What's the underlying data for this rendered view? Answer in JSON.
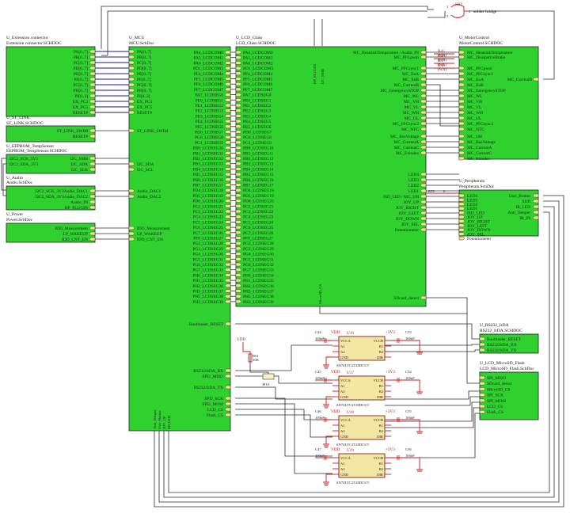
{
  "sheets": {
    "ext": {
      "designator": "U_Extension connector",
      "file": "Extension connector.SCHDOC",
      "ports": [
        "PA[0..7]",
        "PB[0..7]",
        "PC[0..7]",
        "PD[0..7]",
        "PE[0..7]",
        "PF[0..7]",
        "PG[0..7]",
        "PH[0..7]",
        "PI[0..3]",
        "EX_PC3",
        "EX_PC5",
        "RESET#"
      ]
    },
    "stlink": {
      "designator": "U_ST_LINK",
      "file": "ST_LINK.SCHDOC",
      "ports": [
        "ST_LINK_SWIM",
        "RESET#"
      ]
    },
    "eeprom": {
      "designator": "U_EEPROM_TempSensor",
      "file": "EEPROM_TempSensor.SCHDOC",
      "ports": [
        "I2C_SMB",
        "I2C_SDA",
        "I2C_SLK"
      ],
      "left": [
        "I2C2_SCK_3V3",
        "I2C2_SDA_3V3"
      ]
    },
    "audio": {
      "designator": "U_Audio",
      "file": "Audio.SchDoc",
      "ports": [
        "I2C2_SCK_3V3Audio_DAC1",
        "I2C2_SDA_3V3Audio_DAC2",
        "Audio_IN",
        "HP_PLUGIN"
      ]
    },
    "power": {
      "designator": "U_Power",
      "file": "Power.SchDoc",
      "ports": [
        "IDD_Measurement",
        "LP_WAKEUP",
        "IDD_CNT_EN"
      ]
    },
    "mcu": {
      "designator": "U_MCU",
      "file": "MCU.SchDoc",
      "left_ports": [
        "PA[0..7]",
        "PB[0..7]",
        "PC[0..7]",
        "PD[0..7]",
        "PE[0..7]",
        "PF[0..7]",
        "PG[0..7]",
        "PH[0..7]",
        "PI[0..3]",
        "EX_PC3",
        "EX_PC5",
        "RESET#",
        "ST_LINK_SWIM",
        "I2C_SDA",
        "I2C_SCL",
        "Audio_DAC1",
        "Audio_DAC2",
        "IDD_Measurement",
        "LP_WAKEUP",
        "IDD_CNT_EN"
      ],
      "right_ports": [
        "PA4_LCDCOM0",
        "PA5_LCDCOM1",
        "PA6_LCDCOM2",
        "PD1_LCDCOM3",
        "PF4_LCDCOM4",
        "PF5_LCDCOM5",
        "PF6_LCDCOM6",
        "PF7_LCDCOM7",
        "PA7_LCDSEG0",
        "PE0_LCDSEG1",
        "PE1_LCDSEG2",
        "PE2_LCDSEG3",
        "PE3_LCDSEG4",
        "PE4_LCDSEG5",
        "PE5_LCDSEG6",
        "PD0_LCDSEG7",
        "PG0_LCDSEG8",
        "PG1_LCDSEG9",
        "PB0_LCDSEG10",
        "PB1_LCDSEG11",
        "PB2_LCDSEG12",
        "PB3_LCDSEG13",
        "PB4_LCDSEG14",
        "PB5_LCDSEG15",
        "PB6_LCDSEG16",
        "PB7_LCDSEG17",
        "PD4_LCDSEG18",
        "PD5_LCDSEG19",
        "PD6_LCDSEG20",
        "PC2_LCDSEG21",
        "PC3_LCDSEG22",
        "PC4_LCDSEG23",
        "PC5_LCDSEG24",
        "PC6_LCDSEG25",
        "PC7_LCDSEG26",
        "PF0_LCDSEG27",
        "PG2_LCDSEG28",
        "PG3_LCDSEG29",
        "PG4_LCDSEG30",
        "PG5_LCDSEG31",
        "PG6_LCDSEG32",
        "PG7_LCDSEG33",
        "PH0_LCDSEG34",
        "PH1_LCDSEG35",
        "PH2_LCDSEG36",
        "PH3_LCDSEG37",
        "PH5_LCDSEG38",
        "PH3_LCDSEG39"
      ],
      "bottom_right_ports": [
        "Bootloader_RESET",
        "RS232/IrDA_RX",
        "SPI2_MISO",
        "RS232/IrDA_TX",
        "SPI2_SCK",
        "SPI2_MOSI",
        "LCD_CS",
        "Flash_CS"
      ],
      "bottom_ports": [
        "Anti_Temper",
        "User_Button",
        "JOY_UP",
        "SD_LED"
      ]
    },
    "lcd": {
      "designator": "U_LCD_Glass",
      "file": "LCD_Glass.SCHDOC",
      "left_ports": [
        "PA4_LCDCOM0",
        "PA5_LCDCOM1",
        "PA6_LCDCOM2",
        "PD1_LCDCOM3",
        "PF4_LCDCOM4",
        "PF5_LCDCOM5",
        "PF6_LCDCOM6",
        "PF7_LCDCOM7",
        "PA7_LCDSEG0",
        "PE0_LCDSEG1",
        "PE1_LCDSEG2",
        "PE2_LCDSEG3",
        "PE3_LCDSEG4",
        "PE4_LCDSEG5",
        "PE5_LCDSEG6",
        "PD0_LCDSEG7",
        "PG0_LCDSEG8",
        "PG1_LCDSEG9",
        "PB0_LCDSEG10",
        "PB1_LCDSEG11",
        "PB2_LCDSEG12",
        "PB3_LCDSEG13",
        "PB4_LCDSEG14",
        "PB5_LCDSEG15",
        "PB6_LCDSEG16",
        "PB7_LCDSEG17",
        "PD4_LCDSEG18",
        "PD5_LCDSEG19",
        "PD6_LCDSEG20",
        "PC2_LCDSEG21",
        "PC3_LCDSEG22",
        "PC4_LCDSEG23",
        "PC5_LCDSEG24",
        "PC6_LCDSEG25",
        "PC7_LCDSEG26",
        "PF0_LCDSEG27",
        "PG2_LCDSEG28",
        "PG3_LCDSEG29",
        "PG4_LCDSEG30",
        "PG5_LCDSEG31",
        "PG6_LCDSEG32",
        "PG7_LCDSEG33",
        "PH0_LCDSEG34",
        "PH1_LCDSEG35",
        "PH2_LCDSEG36",
        "PH3_LCDSEG37",
        "PH5_LCDSEG38",
        "PH3_LCDSEG39"
      ],
      "top_ports": [
        "HP_PLUGIN",
        "I2C_SMB"
      ],
      "bottom_ports": [
        "MicroSD_CS"
      ],
      "right_ports": [
        "MC_HeatsinkTemperature / Audio_IN",
        "MC_PFCpwm",
        "MC_PFCsync1",
        "MC_EnA",
        "MC_EnB",
        "MC_CurrentB",
        "MC_EmergencySTOP",
        "MC_WL",
        "MC_VH",
        "MC_VL",
        "MC_WH",
        "MC_UL",
        "MC_PFCsync2",
        "MC_NTC",
        "MC_BusVoltage",
        "MC_CurrentA",
        "MC_CurrentC",
        "MC_Enindex",
        "LED4",
        "LED3",
        "LED2",
        "LED1",
        "ISD_LED / MC_UH",
        "JOY_UP",
        "JOY_RIGHT",
        "JOY_LEFT",
        "JOY_DOWN",
        "JOY_SEL",
        "Potentiometer",
        "SDcard_detect"
      ]
    },
    "motor": {
      "designator": "U_MotorControl",
      "file": "MotorControl.SCHDOC",
      "ports": [
        "MC_HeatsinkTemperature",
        "MC_DissipativeBrake",
        "MC_PFCpwm",
        "MC_PFCsync1",
        "MC_EnA",
        "MC_EnB",
        "MC_EmergencySTOP",
        "MC_WL",
        "MC_VH",
        "MC_VL",
        "MC_WH",
        "MC_UL",
        "MC_PFCsync2",
        "MC_NTC",
        "MC_UH",
        "MC_BusVoltage",
        "MC_CurrentA",
        "MC_CurrentC",
        "MC_Enindex"
      ],
      "right_port": "MC_CurrentB"
    },
    "periph": {
      "designator": "U_Peripherals",
      "file": "Peripherals.SchDoc",
      "left": [
        "LED4",
        "LED3",
        "LED2",
        "LED1",
        "ISD_LED",
        "JOY_UP",
        "JOY_RIGHT",
        "JOY_LEFT",
        "JOY_DOWN",
        "JOY_SEL",
        "Potentiometer"
      ],
      "right": [
        "User_Button",
        "SDB",
        "IR_LED",
        "Anti_Temper",
        "IR_IN"
      ]
    },
    "rs232": {
      "designator": "U_RS232_IrDA",
      "file": "RS232_IrDA.SCHDOC",
      "ports": [
        "Bootloader_RESET",
        "RS232/IrDA_RX",
        "RS232/IrDA_TX"
      ]
    },
    "sdflash": {
      "designator": "U_LCD_MicroSD_Flash",
      "file": "LCD_MicroSD_Flash.SchDoc",
      "ports": [
        "SPI_MISO",
        "SDcard_detect",
        "MicroSD_CS",
        "SPI_SCK",
        "SPI_MOSI",
        "LCD_CS",
        "Flash_CS"
      ]
    }
  },
  "solder_bridge": {
    "ref": "SB2",
    "desc": "solder bridge",
    "pins": [
      "1",
      "2",
      "3"
    ]
  },
  "resistors": {
    "r_bank": [
      "R45",
      "R46",
      "R47",
      "R48"
    ],
    "r_bank_val": [
      "(N/A)",
      "(N/A)",
      "(N/A)",
      "(N/A)"
    ],
    "r55": {
      "ref": "R55",
      "val": "0"
    },
    "r61": {
      "ref": "R61",
      "val": "10K"
    },
    "vdd": "VDD"
  },
  "jumper": "JP10",
  "chips": [
    {
      "ref": "U16",
      "part": "SN74LVC2T45DCUT",
      "cin": "C44",
      "cout": "C53"
    },
    {
      "ref": "U17",
      "part": "SN74LVC2T45DCUT",
      "cin": "C45",
      "cout": "C54"
    },
    {
      "ref": "U18",
      "part": "SN74LVC2T45DCUT",
      "cin": "C46",
      "cout": "C55"
    },
    {
      "ref": "U19",
      "part": "SN74LVC2T45DCUT",
      "cin": "C47",
      "cout": "C56"
    }
  ],
  "chip_pins": {
    "left": [
      "VCCA",
      "A1",
      "A2",
      "GND"
    ],
    "right": [
      "VCCB",
      "B1",
      "B2",
      "DIR"
    ]
  },
  "cap_val": "100nF",
  "rail_a": "VDD",
  "rail_b": "+3V3",
  "colors": {
    "sheet": "#2ed12e",
    "wire": "#1a1a8c",
    "port": "#f1e58a",
    "chip": "#f3e7a3",
    "red": "#b01818"
  }
}
